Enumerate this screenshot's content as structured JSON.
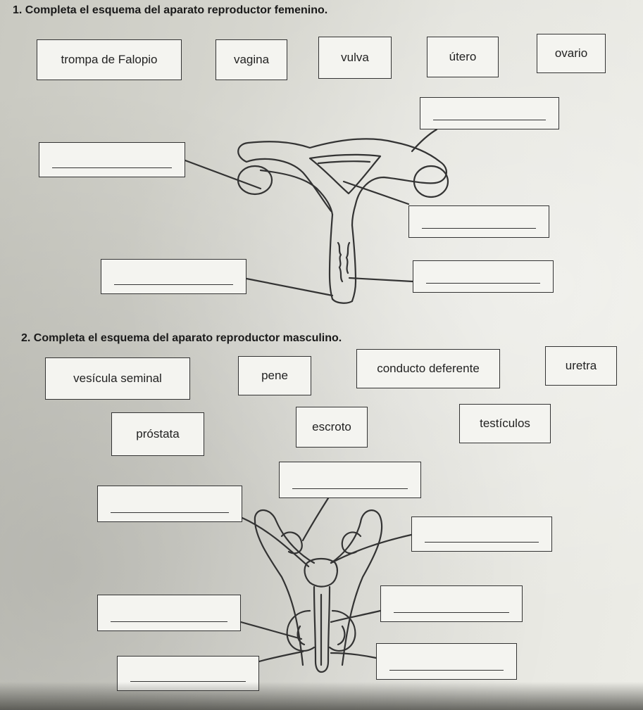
{
  "exercise1": {
    "title": "1. Completa el esquema del aparato reproductor femenino.",
    "word_bank": [
      "trompa de Falopio",
      "vagina",
      "vulva",
      "útero",
      "ovario"
    ],
    "blank_line": "_______________"
  },
  "exercise2": {
    "title": "2. Completa el esquema del aparato reproductor masculino.",
    "word_bank": [
      "vesícula seminal",
      "pene",
      "conducto deferente",
      "uretra",
      "próstata",
      "escroto",
      "testículos"
    ],
    "blank_line": "_______________"
  }
}
